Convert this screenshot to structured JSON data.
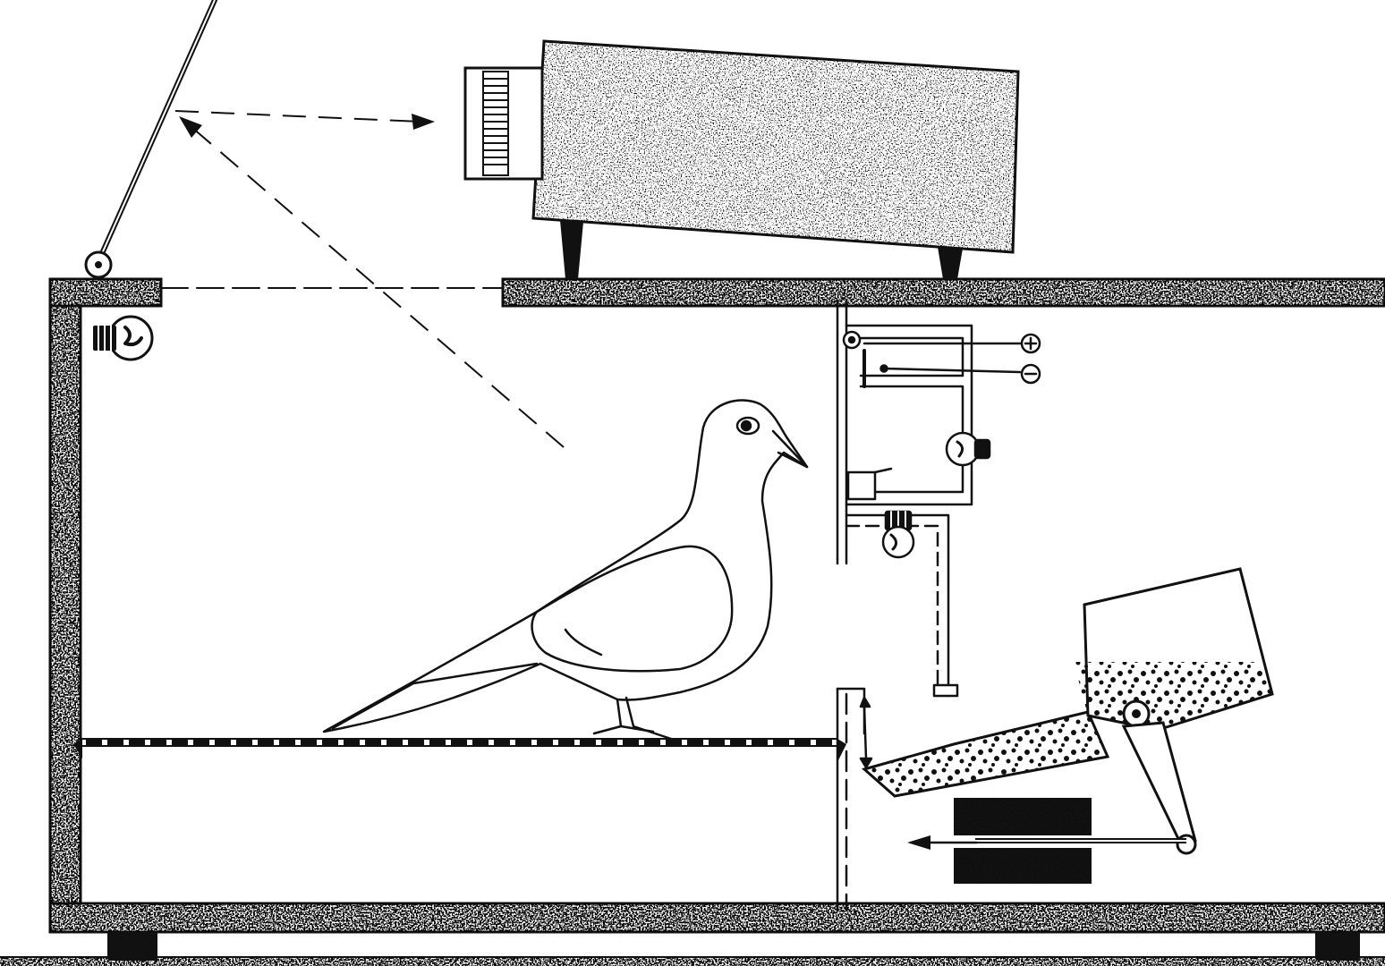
{
  "diagram": {
    "labels": [],
    "ink_color": "#111111",
    "paper_color": "#ffffff",
    "components": [
      {
        "name": "mirror-pole",
        "icon": "mirror-icon"
      },
      {
        "name": "projector",
        "icon": "projector-icon"
      },
      {
        "name": "chamber",
        "icon": "box-icon"
      },
      {
        "name": "house-light",
        "icon": "bulb-icon"
      },
      {
        "name": "pigeon",
        "icon": "pigeon-icon"
      },
      {
        "name": "response-key-panel",
        "icon": "key-icon"
      },
      {
        "name": "grain-hopper",
        "icon": "hopper-icon"
      },
      {
        "name": "hopper-solenoid",
        "icon": "solenoid-icon"
      },
      {
        "name": "feeder-light",
        "icon": "bulb-icon"
      }
    ]
  }
}
